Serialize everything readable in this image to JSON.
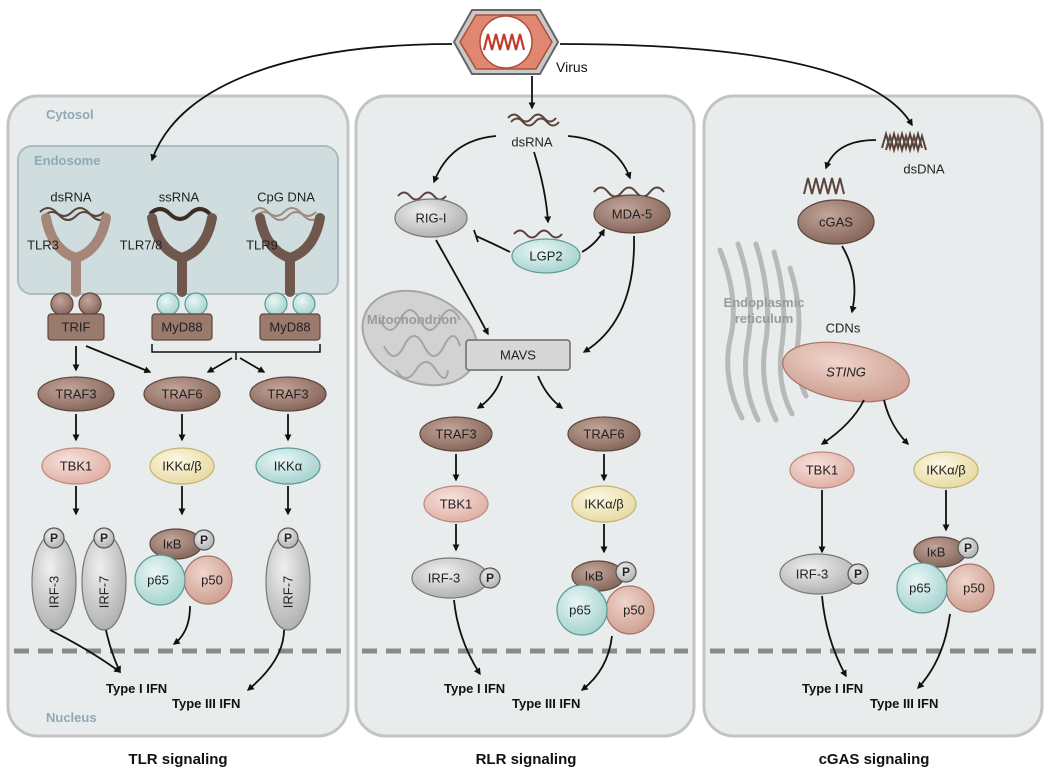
{
  "virus": "Virus",
  "regions": {
    "cytosol": "Cytosol",
    "endosome": "Endosome",
    "nucleus": "Nucleus"
  },
  "tlr": {
    "title": "TLR signaling",
    "ligands": [
      "dsRNA",
      "ssRNA",
      "CpG DNA"
    ],
    "receptors": [
      "TLR3",
      "TLR7/8",
      "TLR9"
    ],
    "adaptors": [
      "TRIF",
      "MyD88",
      "MyD88"
    ],
    "traf3a": "TRAF3",
    "traf6": "TRAF6",
    "traf3b": "TRAF3",
    "tbk1": "TBK1",
    "ikkab": "IKKα/β",
    "ikka": "IKKα",
    "p": "P",
    "irf3": "IRF-3",
    "irf7": "IRF-7",
    "ikb": "IκB",
    "p65": "p65",
    "p50": "p50",
    "type1": "Type I IFN",
    "type3": "Type III IFN"
  },
  "rlr": {
    "title": "RLR signaling",
    "dsrna": "dsRNA",
    "rigi": "RIG-I",
    "lgp2": "LGP2",
    "mda5": "MDA-5",
    "mito": "Mitochondrion",
    "mavs": "MAVS",
    "traf3": "TRAF3",
    "traf6": "TRAF6",
    "tbk1": "TBK1",
    "ikkab": "IKKα/β",
    "irf3": "IRF-3",
    "p": "P",
    "ikb": "IκB",
    "p65": "p65",
    "p50": "p50",
    "type1": "Type I IFN",
    "type3": "Type III IFN"
  },
  "cgas": {
    "title": "cGAS signaling",
    "dsdna": "dsDNA",
    "cgas": "cGAS",
    "er1": "Endoplasmic",
    "er2": "reticulum",
    "cdns": "CDNs",
    "sting": "STING",
    "tbk1": "TBK1",
    "ikkab": "IKKα/β",
    "irf3": "IRF-3",
    "p": "P",
    "ikb": "IκB",
    "p65": "p65",
    "p50": "p50",
    "type1": "Type I IFN",
    "type3": "Type III IFN"
  },
  "colors": {
    "panel": "#e9eced",
    "panelStroke": "#c4c4c4",
    "endosome": "#cfdddf",
    "brown": "#8b6b5e",
    "brownDark": "#5f463c",
    "pink": "#e7bfb4",
    "teal": "#b7dcda",
    "yellow": "#f1e7b7",
    "gray": "#b2b2b2",
    "virus": "#e08671"
  }
}
